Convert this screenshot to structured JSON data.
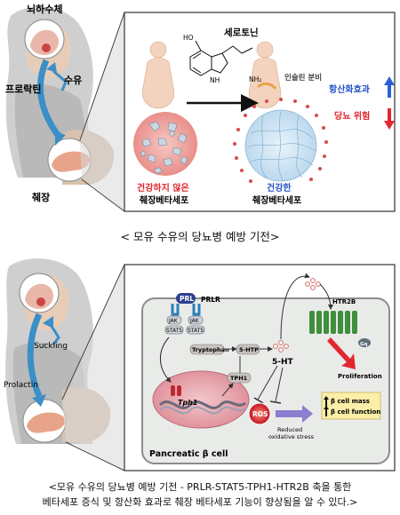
{
  "top_panel": {
    "mother_labels": {
      "pituitary": "뇌하수체",
      "prolactin": "프로락틴",
      "suckling": "수유",
      "pancreas": "췌장"
    },
    "serotonin": {
      "name": "세로토닌",
      "oh": "HO",
      "nh": "NH",
      "nh2": "NH₂"
    },
    "insulin_secretion": "인슐린 분비",
    "antioxidant": "항산화효과",
    "diabetes_risk": "당뇨 위험",
    "unhealthy": {
      "line1": "건강하지 않은",
      "line2": "췌장베타세포"
    },
    "healthy": {
      "line1": "건강한",
      "line2": "췌장베타세포"
    }
  },
  "caption_top": "< 모유 수유의 당뇨병 예방 기전>",
  "bottom_panel": {
    "mother_labels": {
      "suckling": "Suckling",
      "prolactin": "Prolactin"
    },
    "prl": "PRL",
    "prlr": "PRLR",
    "jak": "JAK",
    "stat5": "STAT5",
    "tryptophan": "Tryptophan",
    "five_htp": "5-HTP",
    "tph1": "TPH1",
    "tph1_gene": "Tph1",
    "five_ht": "5-HT",
    "htr2b": "HTR2B",
    "gq": "Gq",
    "proliferation": "Proliferation",
    "ros": "ROS",
    "reduced_stress": {
      "line1": "Reduced",
      "line2": "oxidative stress"
    },
    "beta_mass": "β cell mass",
    "beta_function": "β cell function",
    "cell_label": "Pancreatic β cell"
  },
  "caption_bottom": {
    "line1": "<모유 수유의 당뇨병 예방 기전 - PRLR-STAT5-TPH1-HTR2B 축을 통한",
    "line2": "베타세포 증식 및 항산화 효과로 췌장 베타세포 기능이 향상됨을 알 수 있다.>"
  },
  "colors": {
    "blue_arrow": "#3a8fc7",
    "red": "#e2262f",
    "blue_text": "#2554c7",
    "cell_fill": "#e9ebe9",
    "beta_box": "#fbeea8",
    "receptor": "#3f8f3c"
  }
}
